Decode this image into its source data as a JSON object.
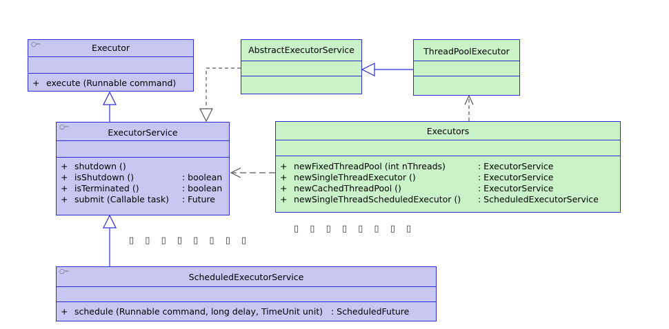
{
  "classes": {
    "executor": {
      "name": "Executor",
      "methods": [
        {
          "vis": "+",
          "sig": "execute (Runnable command)",
          "ret": ""
        }
      ]
    },
    "executor_service": {
      "name": "ExecutorService",
      "methods": [
        {
          "vis": "+",
          "sig": "shutdown ()",
          "ret": ""
        },
        {
          "vis": "+",
          "sig": "isShutdown ()",
          "ret": ": boolean"
        },
        {
          "vis": "+",
          "sig": "isTerminated ()",
          "ret": ": boolean"
        },
        {
          "vis": "+",
          "sig": "submit (Callable task)",
          "ret": ": Future"
        }
      ]
    },
    "scheduled_executor_service": {
      "name": "ScheduledExecutorService",
      "methods": [
        {
          "vis": "+",
          "sig": "schedule (Runnable command, long delay, TimeUnit unit)",
          "ret": ": ScheduledFuture"
        }
      ]
    },
    "abstract_executor_service": {
      "name": "AbstractExecutorService"
    },
    "thread_pool_executor": {
      "name": "ThreadPoolExecutor"
    },
    "executors": {
      "name": "Executors",
      "methods": [
        {
          "vis": "+",
          "sig": "newFixedThreadPool (int nThreads)",
          "ret": ": ExecutorService"
        },
        {
          "vis": "+",
          "sig": "newSingleThreadExecutor ()",
          "ret": ": ExecutorService"
        },
        {
          "vis": "+",
          "sig": "newCachedThreadPool ()",
          "ret": ": ExecutorService"
        },
        {
          "vis": "+",
          "sig": "newSingleThreadScheduledExecutor ()",
          "ret": ": ScheduledExecutorService"
        }
      ]
    }
  },
  "stereotype_icon": "○─",
  "annotations": {
    "left": "▯ ▯ ▯ ▯ ▯ ▯ ▯ ▯",
    "right": "▯ ▯ ▯ ▯ ▯ ▯ ▯ ▯"
  },
  "colors": {
    "interface_fill": "#c7c7f1",
    "class_fill": "#c9f2c9",
    "border": "#2a2ad6",
    "connector": "#2a2ad6",
    "dashed_connector": "#555555"
  }
}
